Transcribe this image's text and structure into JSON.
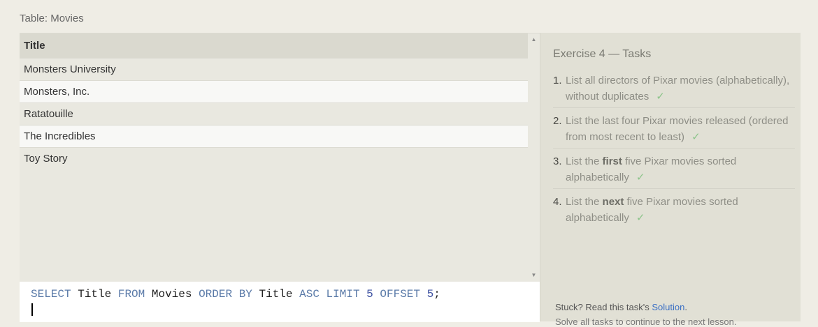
{
  "table_caption": "Table: Movies",
  "results": {
    "column_header": "Title",
    "rows": [
      "Monsters University",
      "Monsters, Inc.",
      "Ratatouille",
      "The Incredibles",
      "Toy Story"
    ]
  },
  "editor": {
    "tokens": [
      {
        "t": "SELECT",
        "k": "kw"
      },
      {
        "t": "Title",
        "k": "id"
      },
      {
        "t": "FROM",
        "k": "kw"
      },
      {
        "t": "Movies",
        "k": "id"
      },
      {
        "t": "ORDER BY",
        "k": "kw"
      },
      {
        "t": "Title",
        "k": "id"
      },
      {
        "t": "ASC",
        "k": "kw"
      },
      {
        "t": "LIMIT",
        "k": "kw"
      },
      {
        "t": "5",
        "k": "num"
      },
      {
        "t": "OFFSET",
        "k": "kw"
      },
      {
        "t": "5",
        "k": "num"
      },
      {
        "t": ";",
        "k": "id"
      }
    ]
  },
  "tasks_panel": {
    "title": "Exercise 4 — Tasks",
    "tasks": [
      {
        "num": "1.",
        "before": "List all directors of Pixar movies (alphabetically), without duplicates",
        "bold": "",
        "after": "",
        "done": true
      },
      {
        "num": "2.",
        "before": "List the last four Pixar movies released (ordered from most recent to least)",
        "bold": "",
        "after": "",
        "done": true
      },
      {
        "num": "3.",
        "before": "List the ",
        "bold": "first",
        "after": " five Pixar movies sorted alphabetically",
        "done": true
      },
      {
        "num": "4.",
        "before": "List the ",
        "bold": "next",
        "after": " five Pixar movies sorted alphabetically",
        "done": true
      }
    ],
    "check_glyph": "✓",
    "stuck_text": "Stuck? Read this task's ",
    "solution_link": "Solution",
    "stuck_suffix": ".",
    "next_hint": "Solve all tasks to continue to the next lesson."
  }
}
